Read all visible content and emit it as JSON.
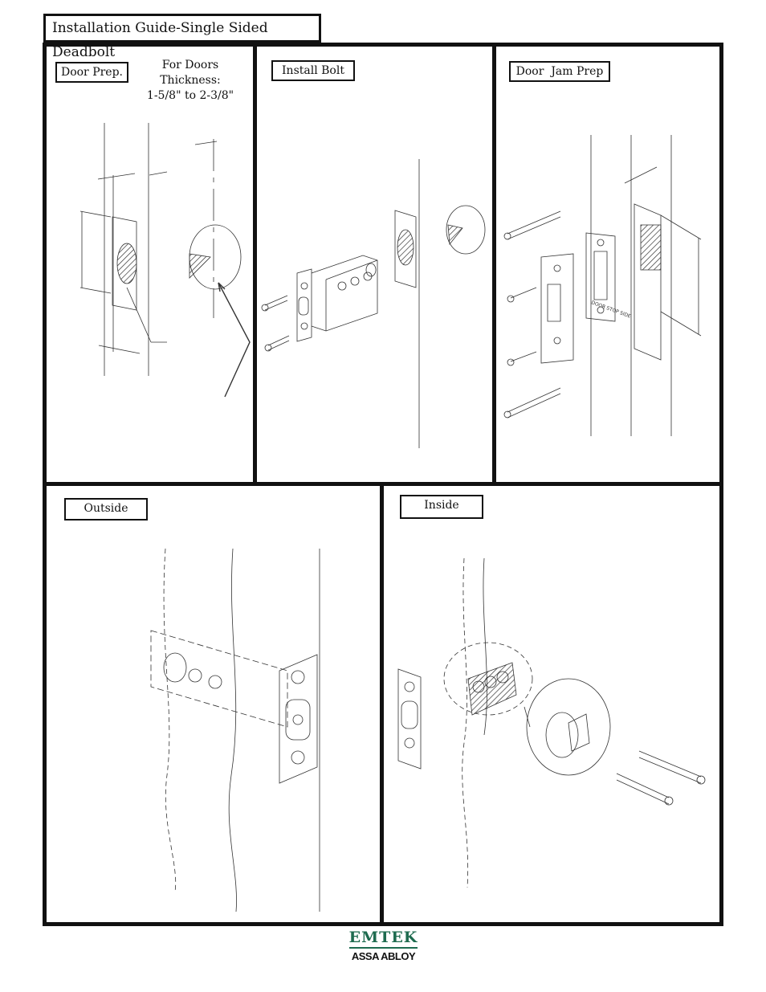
{
  "title": "Installation Guide-Single Sided Deadbolt",
  "panels": {
    "door_prep": {
      "label": "Door Prep.",
      "note_line1": "For Doors Thickness:",
      "note_line2": "1-5/8\" to 2-3/8\""
    },
    "install_bolt": {
      "label": "Install Bolt"
    },
    "door_jam_prep": {
      "label": "Door  Jam Prep",
      "stamp_text": "DOOR STOP SIDE"
    },
    "outside": {
      "label": "Outside"
    },
    "inside": {
      "label": "Inside"
    }
  },
  "brand": {
    "name": "EMTEK",
    "parent": "ASSA ABLOY",
    "color": "#1e6b4f"
  }
}
